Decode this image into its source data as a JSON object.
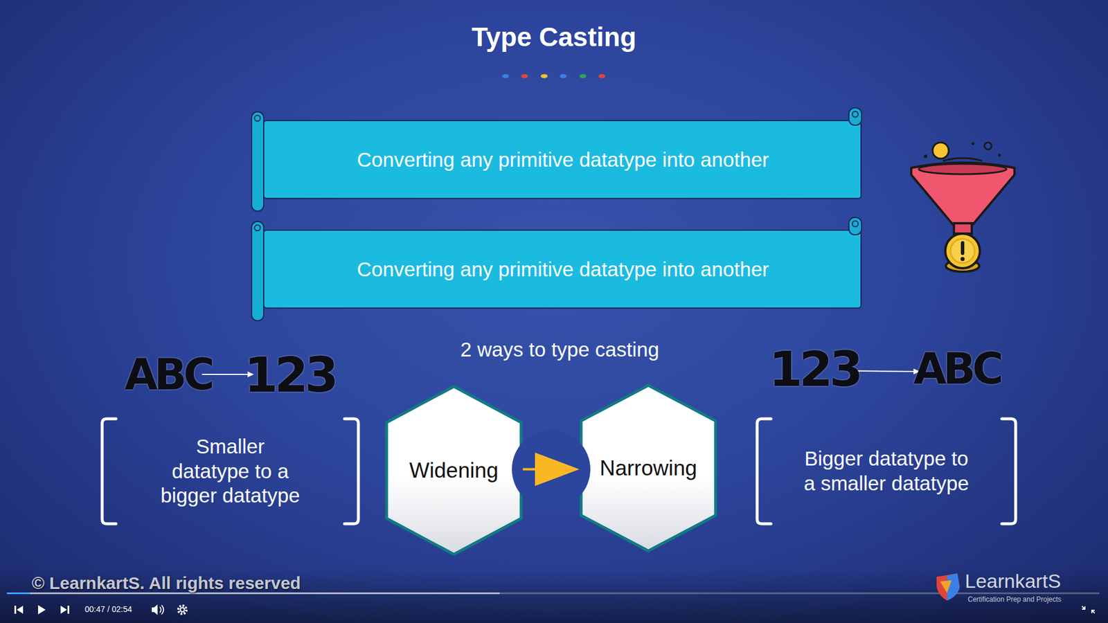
{
  "diagram": {
    "title": "Type Casting",
    "nodes": [
      {
        "text": [
          "Converting any primitive datatype into another"
        ]
      },
      {
        "text": [
          "Converting any primitive datatype into another"
        ]
      },
      {
        "text": [
          "Smaller datatype to a bigger datatype"
        ]
      },
      {
        "text": [
          "Widening"
        ]
      },
      {
        "text": [
          "Narrowing"
        ]
      },
      {
        "text": [
          "Bigger datatype to a smaller datatype"
        ]
      }
    ],
    "edges": [
      {
        "from": 3,
        "to": 4,
        "arrow": "to"
      }
    ],
    "labels": [
      "2 ways to type casting",
      "ABC",
      "123",
      "123",
      "ABC",
      "© LearnkartS. All rights reserved",
      "LearnkartS",
      "Certification Prep and Projects",
      "00:47 / 02:54"
    ]
  }
}
